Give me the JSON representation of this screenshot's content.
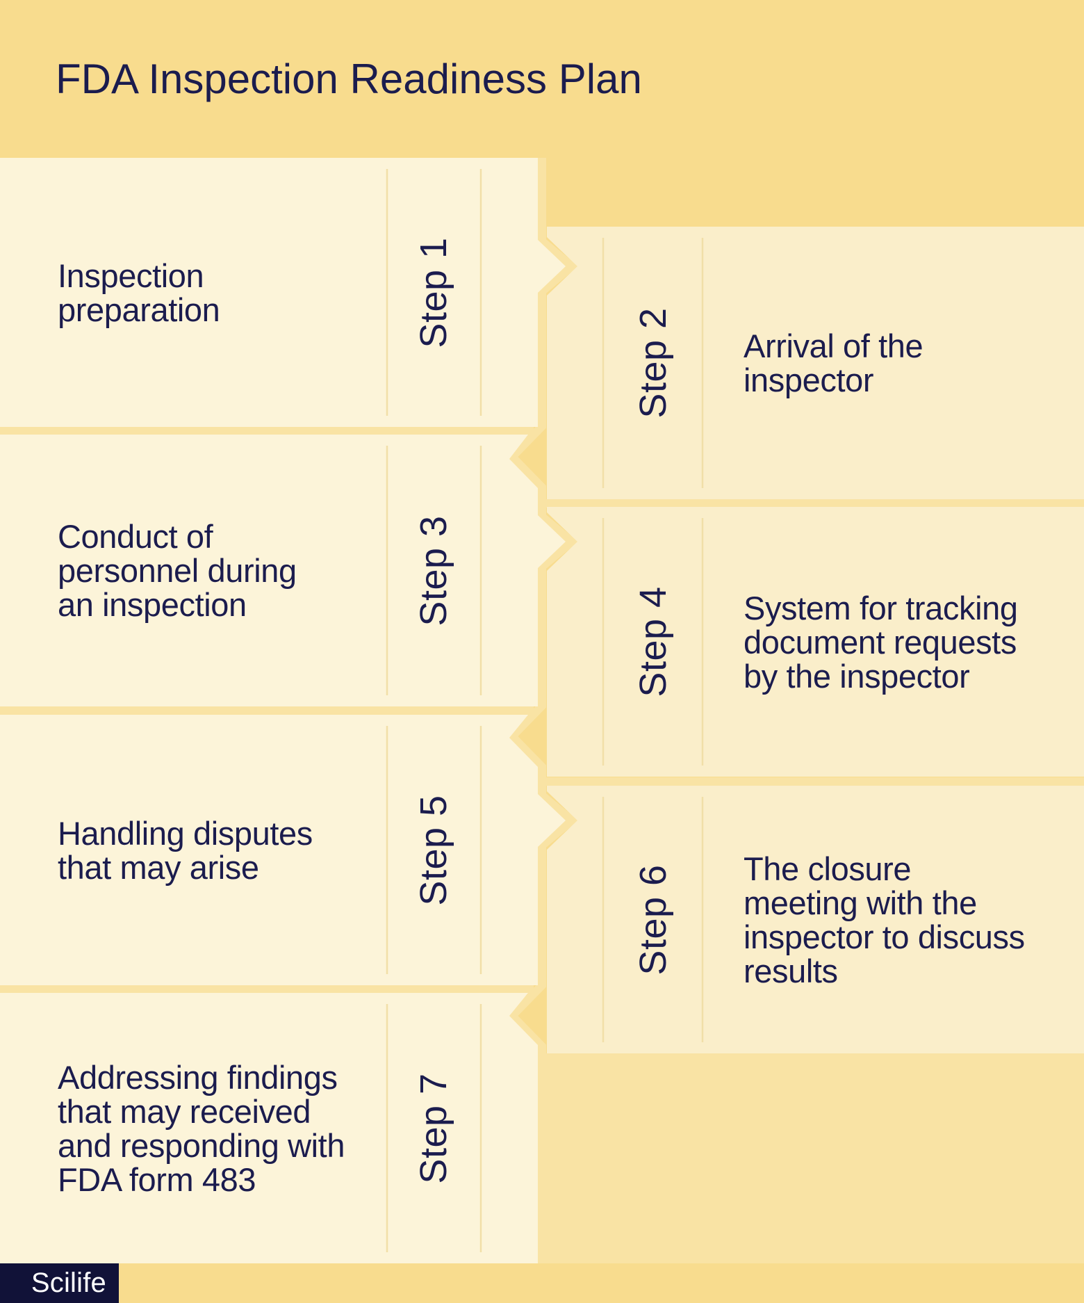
{
  "title": "FDA Inspection Readiness Plan",
  "brand": {
    "logo_text": "Scilife"
  },
  "colors": {
    "background": "#F8DC8E",
    "seam": "#F9E3A4",
    "panel_left": "#FCF4D9",
    "panel_right": "#FAEECA",
    "text": "#1B1C4E",
    "logo_bg": "#111238",
    "logo_text": "#FFFFFF"
  },
  "steps": [
    {
      "label": "Step 1",
      "side": "left",
      "lines": [
        "Inspection",
        "preparation"
      ]
    },
    {
      "label": "Step 2",
      "side": "right",
      "lines": [
        "Arrival of the",
        "inspector"
      ]
    },
    {
      "label": "Step 3",
      "side": "left",
      "lines": [
        "Conduct of",
        "personnel during",
        "an inspection"
      ]
    },
    {
      "label": "Step 4",
      "side": "right",
      "lines": [
        "System for tracking",
        "document requests",
        "by the inspector"
      ]
    },
    {
      "label": "Step 5",
      "side": "left",
      "lines": [
        "Handling disputes",
        "that may arise"
      ]
    },
    {
      "label": "Step 6",
      "side": "right",
      "lines": [
        "The closure",
        "meeting with the",
        "inspector to discuss",
        "results"
      ]
    },
    {
      "label": "Step 7",
      "side": "left",
      "lines": [
        "Addressing findings",
        "that may received",
        "and responding with",
        "FDA form 483"
      ]
    }
  ]
}
